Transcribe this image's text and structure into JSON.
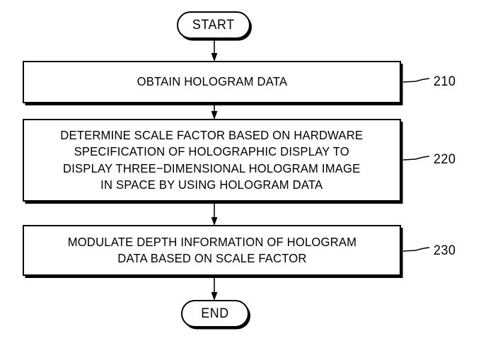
{
  "figure": {
    "type": "flowchart",
    "orientation": "vertical",
    "nodes": [
      {
        "id": "start",
        "shape": "terminator",
        "label": "START"
      },
      {
        "id": "step-210",
        "shape": "process",
        "label": "OBTAIN HOLOGRAM DATA",
        "reference_numeral": "210"
      },
      {
        "id": "step-220",
        "shape": "process",
        "label": "DETERMINE SCALE FACTOR BASED ON HARDWARE\nSPECIFICATION OF HOLOGRAPHIC DISPLAY TO\nDISPLAY THREE−DIMENSIONAL HOLOGRAM IMAGE\nIN SPACE BY USING HOLOGRAM DATA",
        "reference_numeral": "220"
      },
      {
        "id": "step-230",
        "shape": "process",
        "label": "MODULATE DEPTH INFORMATION OF HOLOGRAM\nDATA BASED ON SCALE FACTOR",
        "reference_numeral": "230"
      },
      {
        "id": "end",
        "shape": "terminator",
        "label": "END"
      }
    ],
    "connectors": [
      {
        "from": "start",
        "to": "step-210",
        "arrowhead": "filled-triangle"
      },
      {
        "from": "step-210",
        "to": "step-220",
        "arrowhead": "filled-triangle"
      },
      {
        "from": "step-220",
        "to": "step-230",
        "arrowhead": "filled-triangle"
      },
      {
        "from": "step-230",
        "to": "end",
        "arrowhead": "filled-triangle"
      }
    ],
    "colors": {
      "stroke": "#000000",
      "fill": "#ffffff",
      "background": "#ffffff"
    }
  }
}
